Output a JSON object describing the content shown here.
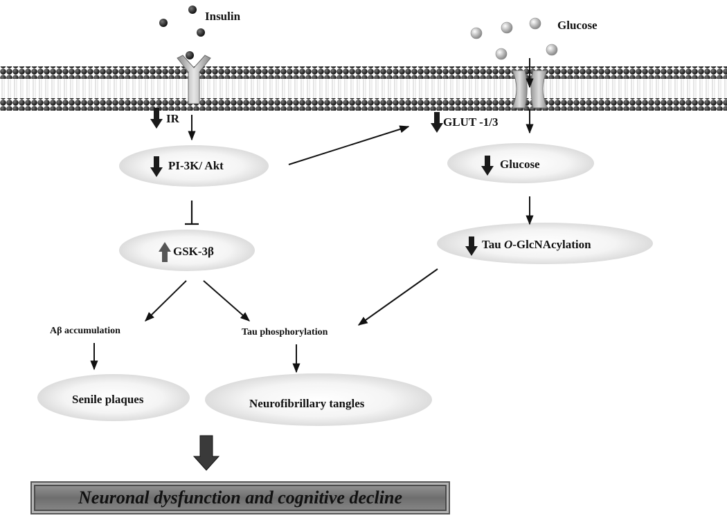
{
  "labels": {
    "insulin": "Insulin",
    "glucose_ext": "Glucose",
    "ir": "IR",
    "glut": "GLUT -1/3",
    "pi3k": "PI-3K/ Akt",
    "glucose_int": "Glucose",
    "gsk": "GSK-3β",
    "tau_glc_prefix": "Tau ",
    "tau_glc_italic": "O",
    "tau_glc_suffix": "-GlcNAcylation",
    "abeta": "Aβ accumulation",
    "tau_phos": "Tau phosphorylation",
    "senile": "Senile plaques",
    "nft": "Neurofibrillary tangles",
    "outcome": "Neuronal dysfunction and cognitive decline"
  },
  "colors": {
    "membrane_bead": "#2b2b2b",
    "ellipse_fill": "#efefef",
    "down_arrow": "#1a1a1a",
    "up_arrow": "#555555"
  },
  "regulation": {
    "ir": "down",
    "glut": "down",
    "pi3k": "down",
    "glucose_int": "down",
    "gsk": "up",
    "tau_glc": "down"
  }
}
